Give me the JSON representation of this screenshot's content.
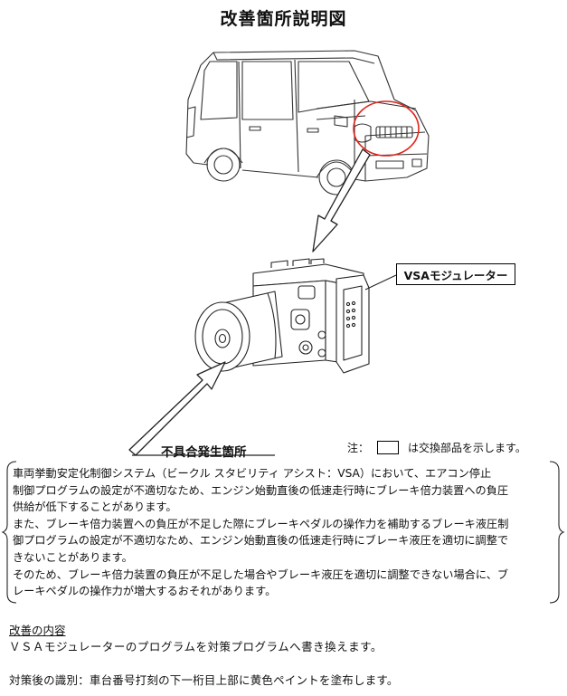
{
  "title": "改善箇所説明図",
  "vsa_label": "VSAモジュレーター",
  "defect_label": "不具合発生箇所",
  "note": {
    "prefix": "注：",
    "suffix": "は交換部品を示します。"
  },
  "description": [
    "車両挙動安定化制御システム（ビークル スタビリティ アシスト：VSA）において、エアコン停止",
    "制御プログラムの設定が不適切なため、エンジン始動直後の低速走行時にブレーキ倍力装置への負圧",
    "供給が低下することがあります。",
    "また、ブレーキ倍力装置への負圧が不足した際にブレーキペダルの操作力を補助するブレーキ液圧制",
    "御プログラムの設定が不適切なため、エンジン始動直後の低速走行時にブレーキ液圧を適切に調整で",
    "きないことがあります。",
    "そのため、ブレーキ倍力装置の負圧が不足した場合やブレーキ液圧を適切に調整できない場合に、ブ",
    "レーキペダルの操作力が増大するおそれがあります。"
  ],
  "improvement": {
    "heading": "改善の内容",
    "text": "ＶＳＡモジュレーターのプログラムを対策プログラムへ書き換えます。"
  },
  "identification": "対策後の識別：車台番号打刻の下一桁目上部に黄色ペイントを塗布します。",
  "colors": {
    "highlight_circle": "#e0241c",
    "line_art": "#222222"
  }
}
